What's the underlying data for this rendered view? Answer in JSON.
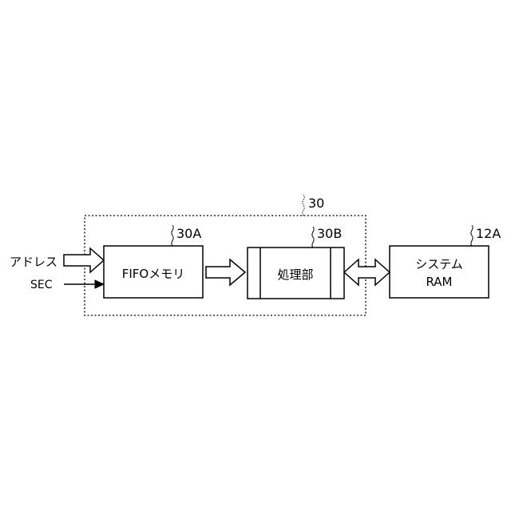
{
  "labels": {
    "group_ref": "30",
    "fifo_ref": "30A",
    "proc_ref": "30B",
    "ram_ref": "12A",
    "address_input": "アドレス",
    "sec_input": "SEC",
    "fifo_block": "FIFOメモリ",
    "processing_block": "処理部",
    "ram_block_line1": "システム",
    "ram_block_line2": "RAM"
  },
  "colors": {
    "stroke": "#000000",
    "background": "#ffffff"
  }
}
